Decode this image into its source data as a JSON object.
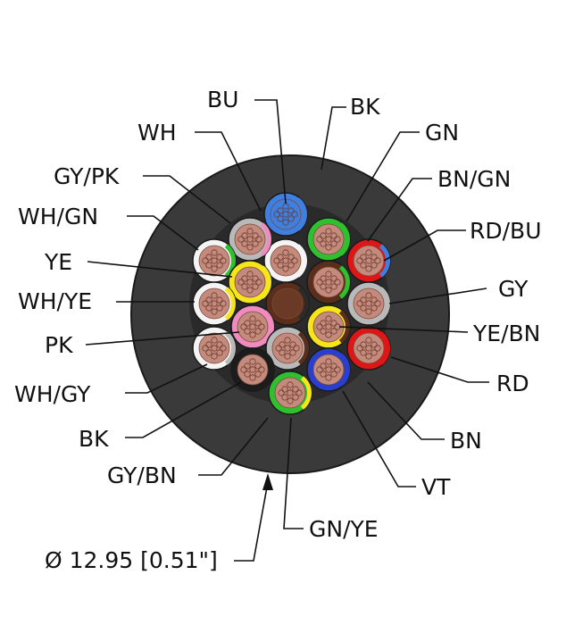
{
  "diameter_label": "Ø 12.95 [0.51\"]",
  "jacket_color": "#3a3a3a",
  "conductors": [
    {
      "code": "BU",
      "fill": "#3f7fe0",
      "accent": "#3f7fe0",
      "insulation": "#3f7fe0"
    },
    {
      "code": "BK",
      "fill": "#c48a7c",
      "accent": "#2b2b2b",
      "insulation": "#1c1c1c"
    },
    {
      "code": "WH",
      "fill": "#c48a7c",
      "accent": "#f4f4f4",
      "insulation": "#f4f4f4"
    },
    {
      "code": "GN",
      "fill": "#c48a7c",
      "accent": "#2ec02e",
      "insulation": "#2ec02e"
    },
    {
      "code": "GY/PK",
      "fill": "#c48a7c",
      "accent": "#f08bc0",
      "insulation": "#b9b9b9"
    },
    {
      "code": "BN/GN",
      "fill": "#c48a7c",
      "accent": "#2ec02e",
      "insulation": "#5a2e1a"
    },
    {
      "code": "RD/BU",
      "fill": "#c48a7c",
      "accent": "#3f7fe0",
      "insulation": "#e01616"
    },
    {
      "code": "WH/GN",
      "fill": "#c48a7c",
      "accent": "#2ec02e",
      "insulation": "#f4f4f4"
    },
    {
      "code": "YE",
      "fill": "#c48a7c",
      "accent": "#f5e51a",
      "insulation": "#f5e51a"
    },
    {
      "code": "GY",
      "fill": "#c48a7c",
      "accent": "#b9b9b9",
      "insulation": "#b9b9b9"
    },
    {
      "code": "WH/YE",
      "fill": "#c48a7c",
      "accent": "#f5e51a",
      "insulation": "#f4f4f4"
    },
    {
      "code": "YE/BN",
      "fill": "#c48a7c",
      "accent": "#5a2e1a",
      "insulation": "#f5e51a"
    },
    {
      "code": "PK",
      "fill": "#c48a7c",
      "accent": "#f08bc0",
      "insulation": "#f08bc0"
    },
    {
      "code": "RD",
      "fill": "#c48a7c",
      "accent": "#e01616",
      "insulation": "#e01616"
    },
    {
      "code": "WH/GY",
      "fill": "#c48a7c",
      "accent": "#b9b9b9",
      "insulation": "#f4f4f4"
    },
    {
      "code": "BN",
      "fill": "#c48a7c",
      "accent": "#5a2e1a",
      "insulation": "#5a2e1a"
    },
    {
      "code": "BK",
      "fill": "#c48a7c",
      "accent": "#1c1c1c",
      "insulation": "#1c1c1c"
    },
    {
      "code": "VT",
      "fill": "#c48a7c",
      "accent": "#2a3fd0",
      "insulation": "#2a3fd0"
    },
    {
      "code": "GY/BN",
      "fill": "#c48a7c",
      "accent": "#5a2e1a",
      "insulation": "#b9b9b9"
    },
    {
      "code": "GN/YE",
      "fill": "#c48a7c",
      "accent": "#f5e51a",
      "insulation": "#2ec02e"
    }
  ]
}
